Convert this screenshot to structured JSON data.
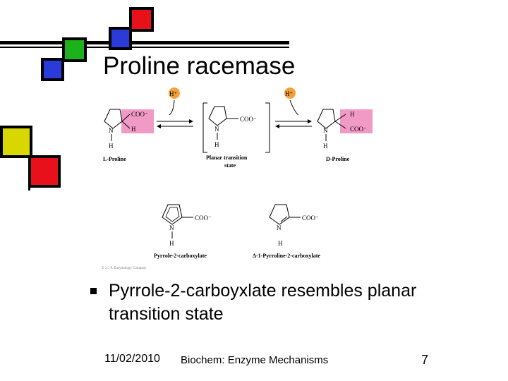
{
  "slide": {
    "title": "Proline racemase",
    "bullet": "Pyrrole-2-carboyxlate resembles planar transition state",
    "footer_date": "11/02/2010",
    "footer_title": "Biochem: Enzyme Mechanisms",
    "page_number": "7"
  },
  "figure": {
    "l_proline": "L-Proline",
    "planar_transition": "Planar transition",
    "state": "state",
    "d_proline": "D-Proline",
    "pyrrole": "Pyrrole-2-carboxylate",
    "delta": "Δ-1-Pyrroline-2-carboxylate",
    "coo": "COO⁻",
    "h": "H",
    "n": "N",
    "h_plus": "H⁺",
    "copyright": "© 2.1 P. Enzymology Company"
  },
  "colors": {
    "red": "#e8101a",
    "blue": "#2a3bd9",
    "green": "#1bb21b",
    "yellow": "#d8d800",
    "highlight_pink": "#f19ac6",
    "proton_orange": "#f6a03c"
  }
}
